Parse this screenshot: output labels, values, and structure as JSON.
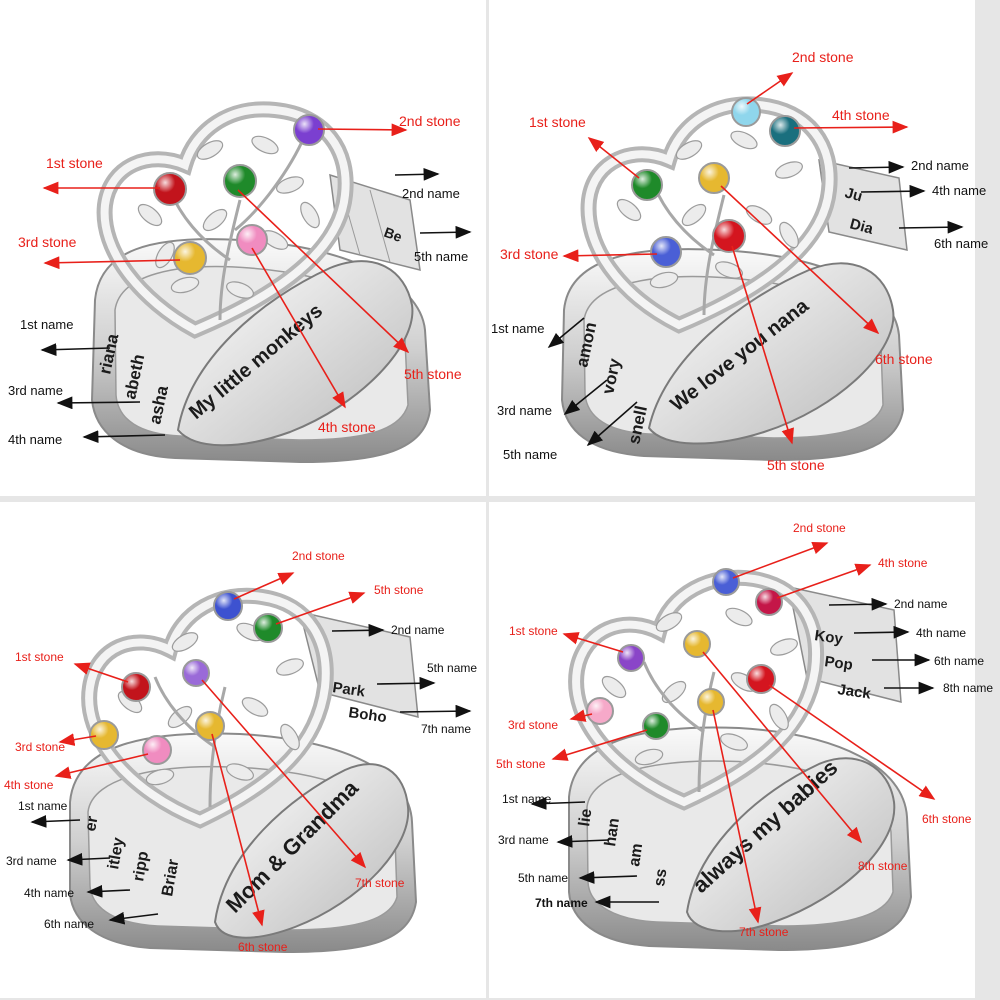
{
  "colors": {
    "arrow_red": "#e8201a",
    "arrow_black": "#111111",
    "silver_light": "#f4f4f4",
    "silver_mid": "#c9c9c9",
    "silver_dark": "#7a7a7a",
    "divider": "#e6e6e6"
  },
  "panels": [
    {
      "stones": [
        {
          "label": "1st stone",
          "color": "#c2141c"
        },
        {
          "label": "2nd stone",
          "color": "#7b3fd0"
        },
        {
          "label": "3rd stone",
          "color": "#e6b830"
        },
        {
          "label": "4th stone",
          "color": "#1f8a2a"
        },
        {
          "label": "5th stone",
          "color": "#f08cc0"
        }
      ],
      "names": [
        "1st name",
        "2nd name",
        "3rd name",
        "4th name",
        "5th name"
      ],
      "inner_engraving": "My little monkeys",
      "band_fragments": [
        "riana",
        "abeth",
        "asha",
        "Be"
      ]
    },
    {
      "stones": [
        {
          "label": "1st stone",
          "color": "#1f8a2a"
        },
        {
          "label": "2nd stone",
          "color": "#8fd6ec"
        },
        {
          "label": "3rd stone",
          "color": "#4a5fd6"
        },
        {
          "label": "4th stone",
          "color": "#1a6f7e"
        },
        {
          "label": "5th stone",
          "color": "#d4151f"
        },
        {
          "label": "6th stone",
          "color": "#e6b830"
        }
      ],
      "names": [
        "1st name",
        "2nd name",
        "3rd name",
        "4th name",
        "5th name",
        "6th name"
      ],
      "inner_engraving": "We love you nana",
      "band_fragments": [
        "amon",
        "vory",
        "snell",
        "Ju",
        "Dia"
      ]
    },
    {
      "stones": [
        {
          "label": "1st stone",
          "color": "#c2141c"
        },
        {
          "label": "2nd stone",
          "color": "#3d52d0"
        },
        {
          "label": "3rd stone",
          "color": "#e6b830"
        },
        {
          "label": "4th stone",
          "color": "#f08cc0"
        },
        {
          "label": "5th stone",
          "color": "#1f8a2a"
        },
        {
          "label": "6th stone",
          "color": "#e6b830"
        },
        {
          "label": "7th stone",
          "color": "#9a6ad8"
        }
      ],
      "names": [
        "1st name",
        "2nd name",
        "3rd name",
        "4th name",
        "5th name",
        "6th name",
        "7th name"
      ],
      "inner_engraving": "Mom & Grandma",
      "band_fragments": [
        "er",
        "itley",
        "ripp",
        "Briar",
        "Park",
        "Boho"
      ]
    },
    {
      "stones": [
        {
          "label": "1st stone",
          "color": "#8a45c8"
        },
        {
          "label": "2nd stone",
          "color": "#4a5fd6"
        },
        {
          "label": "3rd stone",
          "color": "#f6a9c9"
        },
        {
          "label": "4th stone",
          "color": "#c41648"
        },
        {
          "label": "5th stone",
          "color": "#1f8a2a"
        },
        {
          "label": "6th stone",
          "color": "#d4151f"
        },
        {
          "label": "7th stone",
          "color": "#e6b830"
        },
        {
          "label": "8th stone",
          "color": "#e6b830"
        }
      ],
      "names": [
        "1st name",
        "2nd name",
        "3rd name",
        "4th name",
        "5th name",
        "6th name",
        "7th name",
        "8th name"
      ],
      "inner_engraving": "always my babies",
      "band_fragments": [
        "lie",
        "han",
        "am",
        "ss",
        "Koy",
        "Pop",
        "Jack"
      ]
    }
  ]
}
